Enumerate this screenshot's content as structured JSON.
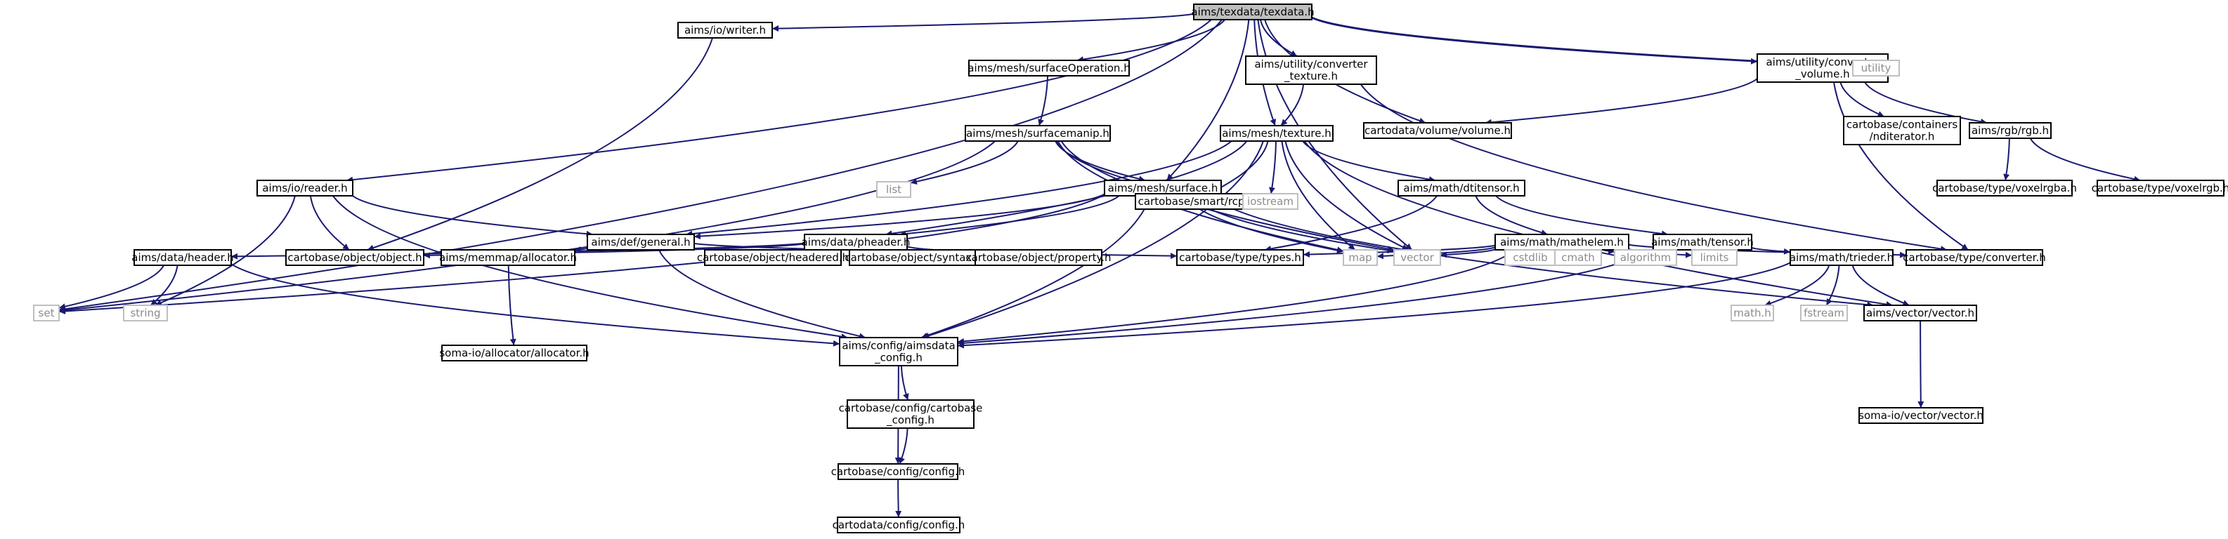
{
  "colors": {
    "edge": "#191970",
    "root_fill": "#bfbfbf",
    "node_fill": "#ffffff",
    "node_stroke": "#000000",
    "system_stroke": "#bfbfbf",
    "system_text": "#8c8c8c"
  },
  "nodes": [
    {
      "id": "texdata",
      "lines": [
        "aims/texdata/texdata.h"
      ],
      "kind": "root"
    },
    {
      "id": "writer",
      "lines": [
        "aims/io/writer.h"
      ],
      "kind": "normal"
    },
    {
      "id": "surfop",
      "lines": [
        "aims/mesh/surfaceOperation.h"
      ],
      "kind": "normal"
    },
    {
      "id": "convtex",
      "lines": [
        "aims/utility/converter",
        "_texture.h"
      ],
      "kind": "normal"
    },
    {
      "id": "convvol",
      "lines": [
        "aims/utility/converter",
        "_volume.h"
      ],
      "kind": "normal"
    },
    {
      "id": "utility",
      "lines": [
        "utility"
      ],
      "kind": "system"
    },
    {
      "id": "surfmanip",
      "lines": [
        "aims/mesh/surfacemanip.h"
      ],
      "kind": "normal"
    },
    {
      "id": "texture",
      "lines": [
        "aims/mesh/texture.h"
      ],
      "kind": "normal"
    },
    {
      "id": "volume",
      "lines": [
        "cartodata/volume/volume.h"
      ],
      "kind": "normal"
    },
    {
      "id": "nditerator",
      "lines": [
        "cartobase/containers",
        "/nditerator.h"
      ],
      "kind": "normal"
    },
    {
      "id": "rgb",
      "lines": [
        "aims/rgb/rgb.h"
      ],
      "kind": "normal"
    },
    {
      "id": "list",
      "lines": [
        "list"
      ],
      "kind": "system"
    },
    {
      "id": "reader",
      "lines": [
        "aims/io/reader.h"
      ],
      "kind": "normal"
    },
    {
      "id": "surface",
      "lines": [
        "aims/mesh/surface.h"
      ],
      "kind": "normal"
    },
    {
      "id": "dtitensor",
      "lines": [
        "aims/math/dtitensor.h"
      ],
      "kind": "normal"
    },
    {
      "id": "voxelrgba",
      "lines": [
        "cartobase/type/voxelrgba.h"
      ],
      "kind": "normal"
    },
    {
      "id": "voxelrgb",
      "lines": [
        "cartobase/type/voxelrgb.h"
      ],
      "kind": "normal"
    },
    {
      "id": "rcptr",
      "lines": [
        "cartobase/smart/rcptr.h"
      ],
      "kind": "normal"
    },
    {
      "id": "iostream",
      "lines": [
        "iostream"
      ],
      "kind": "system"
    },
    {
      "id": "general",
      "lines": [
        "aims/def/general.h"
      ],
      "kind": "normal"
    },
    {
      "id": "pheader",
      "lines": [
        "aims/data/pheader.h"
      ],
      "kind": "normal"
    },
    {
      "id": "mathelem",
      "lines": [
        "aims/math/mathelem.h"
      ],
      "kind": "normal"
    },
    {
      "id": "tensor",
      "lines": [
        "aims/math/tensor.h"
      ],
      "kind": "normal"
    },
    {
      "id": "header",
      "lines": [
        "aims/data/header.h"
      ],
      "kind": "normal"
    },
    {
      "id": "object",
      "lines": [
        "cartobase/object/object.h"
      ],
      "kind": "normal"
    },
    {
      "id": "allocator",
      "lines": [
        "aims/memmap/allocator.h"
      ],
      "kind": "normal"
    },
    {
      "id": "headered",
      "lines": [
        "cartobase/object/headered.h"
      ],
      "kind": "normal"
    },
    {
      "id": "syntax",
      "lines": [
        "cartobase/object/syntax.h"
      ],
      "kind": "normal"
    },
    {
      "id": "property",
      "lines": [
        "cartobase/object/property.h"
      ],
      "kind": "normal"
    },
    {
      "id": "types",
      "lines": [
        "cartobase/type/types.h"
      ],
      "kind": "normal"
    },
    {
      "id": "map",
      "lines": [
        "map"
      ],
      "kind": "system"
    },
    {
      "id": "vector",
      "lines": [
        "vector"
      ],
      "kind": "system"
    },
    {
      "id": "cstdlib",
      "lines": [
        "cstdlib"
      ],
      "kind": "system"
    },
    {
      "id": "cmath",
      "lines": [
        "cmath"
      ],
      "kind": "system"
    },
    {
      "id": "algorithm",
      "lines": [
        "algorithm"
      ],
      "kind": "system"
    },
    {
      "id": "limits",
      "lines": [
        "limits"
      ],
      "kind": "system"
    },
    {
      "id": "converter",
      "lines": [
        "cartobase/type/converter.h"
      ],
      "kind": "normal"
    },
    {
      "id": "trieder",
      "lines": [
        "aims/math/trieder.h"
      ],
      "kind": "normal"
    },
    {
      "id": "set",
      "lines": [
        "set"
      ],
      "kind": "system"
    },
    {
      "id": "string",
      "lines": [
        "string"
      ],
      "kind": "system"
    },
    {
      "id": "aimsdataconfig",
      "lines": [
        "aims/config/aimsdata",
        "_config.h"
      ],
      "kind": "normal"
    },
    {
      "id": "somaalloc",
      "lines": [
        "soma-io/allocator/allocator.h"
      ],
      "kind": "normal"
    },
    {
      "id": "mathh",
      "lines": [
        "math.h"
      ],
      "kind": "system"
    },
    {
      "id": "fstream",
      "lines": [
        "fstream"
      ],
      "kind": "system"
    },
    {
      "id": "aimsvector",
      "lines": [
        "aims/vector/vector.h"
      ],
      "kind": "normal"
    },
    {
      "id": "cbconfig",
      "lines": [
        "cartobase/config/cartobase",
        "_config.h"
      ],
      "kind": "normal"
    },
    {
      "id": "somavector",
      "lines": [
        "soma-io/vector/vector.h"
      ],
      "kind": "normal"
    },
    {
      "id": "cbconfigh",
      "lines": [
        "cartobase/config/config.h"
      ],
      "kind": "normal"
    },
    {
      "id": "cdconfig",
      "lines": [
        "cartodata/config/config.h"
      ],
      "kind": "normal"
    }
  ],
  "edges": [
    [
      "texdata",
      "writer"
    ],
    [
      "texdata",
      "surfop"
    ],
    [
      "texdata",
      "convtex"
    ],
    [
      "texdata",
      "convvol"
    ],
    [
      "texdata",
      "utility"
    ],
    [
      "texdata",
      "texture"
    ],
    [
      "texdata",
      "volume"
    ],
    [
      "texdata",
      "reader"
    ],
    [
      "texdata",
      "surface"
    ],
    [
      "texdata",
      "vector"
    ],
    [
      "texdata",
      "set"
    ],
    [
      "writer",
      "object"
    ],
    [
      "surfop",
      "surfmanip"
    ],
    [
      "convtex",
      "texture"
    ],
    [
      "convtex",
      "converter"
    ],
    [
      "convvol",
      "volume"
    ],
    [
      "convvol",
      "nditerator"
    ],
    [
      "convvol",
      "rgb"
    ],
    [
      "convvol",
      "converter"
    ],
    [
      "rgb",
      "voxelrgba"
    ],
    [
      "rgb",
      "voxelrgb"
    ],
    [
      "surfmanip",
      "list"
    ],
    [
      "surfmanip",
      "surface"
    ],
    [
      "surfmanip",
      "rcptr"
    ],
    [
      "surfmanip",
      "map"
    ],
    [
      "surfmanip",
      "vector"
    ],
    [
      "surfmanip",
      "set"
    ],
    [
      "texture",
      "dtitensor"
    ],
    [
      "texture",
      "rcptr"
    ],
    [
      "texture",
      "iostream"
    ],
    [
      "texture",
      "general"
    ],
    [
      "texture",
      "pheader"
    ],
    [
      "texture",
      "map"
    ],
    [
      "texture",
      "vector"
    ],
    [
      "texture",
      "aimsvector"
    ],
    [
      "texture",
      "aimsdataconfig"
    ],
    [
      "reader",
      "general"
    ],
    [
      "reader",
      "object"
    ],
    [
      "reader",
      "string"
    ],
    [
      "reader",
      "aimsdataconfig"
    ],
    [
      "surface",
      "general"
    ],
    [
      "surface",
      "pheader"
    ],
    [
      "surface",
      "rcptr"
    ],
    [
      "surface",
      "iostream"
    ],
    [
      "surface",
      "map"
    ],
    [
      "surface",
      "vector"
    ],
    [
      "surface",
      "aimsvector"
    ],
    [
      "surface",
      "set"
    ],
    [
      "surface",
      "aimsdataconfig"
    ],
    [
      "dtitensor",
      "mathelem"
    ],
    [
      "dtitensor",
      "tensor"
    ],
    [
      "dtitensor",
      "types"
    ],
    [
      "general",
      "allocator"
    ],
    [
      "general",
      "aimsdataconfig"
    ],
    [
      "general",
      "types"
    ],
    [
      "pheader",
      "header"
    ],
    [
      "pheader",
      "headered"
    ],
    [
      "pheader",
      "syntax"
    ],
    [
      "pheader",
      "property"
    ],
    [
      "pheader",
      "object"
    ],
    [
      "mathelem",
      "types"
    ],
    [
      "mathelem",
      "map"
    ],
    [
      "mathelem",
      "vector"
    ],
    [
      "mathelem",
      "cstdlib"
    ],
    [
      "mathelem",
      "cmath"
    ],
    [
      "mathelem",
      "algorithm"
    ],
    [
      "mathelem",
      "limits"
    ],
    [
      "mathelem",
      "converter"
    ],
    [
      "mathelem",
      "aimsdataconfig"
    ],
    [
      "tensor",
      "trieder"
    ],
    [
      "tensor",
      "aimsdataconfig"
    ],
    [
      "header",
      "set"
    ],
    [
      "header",
      "string"
    ],
    [
      "header",
      "aimsdataconfig"
    ],
    [
      "allocator",
      "somaalloc"
    ],
    [
      "trieder",
      "mathh"
    ],
    [
      "trieder",
      "fstream"
    ],
    [
      "trieder",
      "aimsvector"
    ],
    [
      "trieder",
      "aimsdataconfig"
    ],
    [
      "aimsvector",
      "somavector"
    ],
    [
      "aimsdataconfig",
      "cbconfig"
    ],
    [
      "aimsdataconfig",
      "cbconfigh"
    ],
    [
      "cbconfig",
      "cbconfigh"
    ],
    [
      "cbconfigh",
      "cdconfig"
    ]
  ]
}
